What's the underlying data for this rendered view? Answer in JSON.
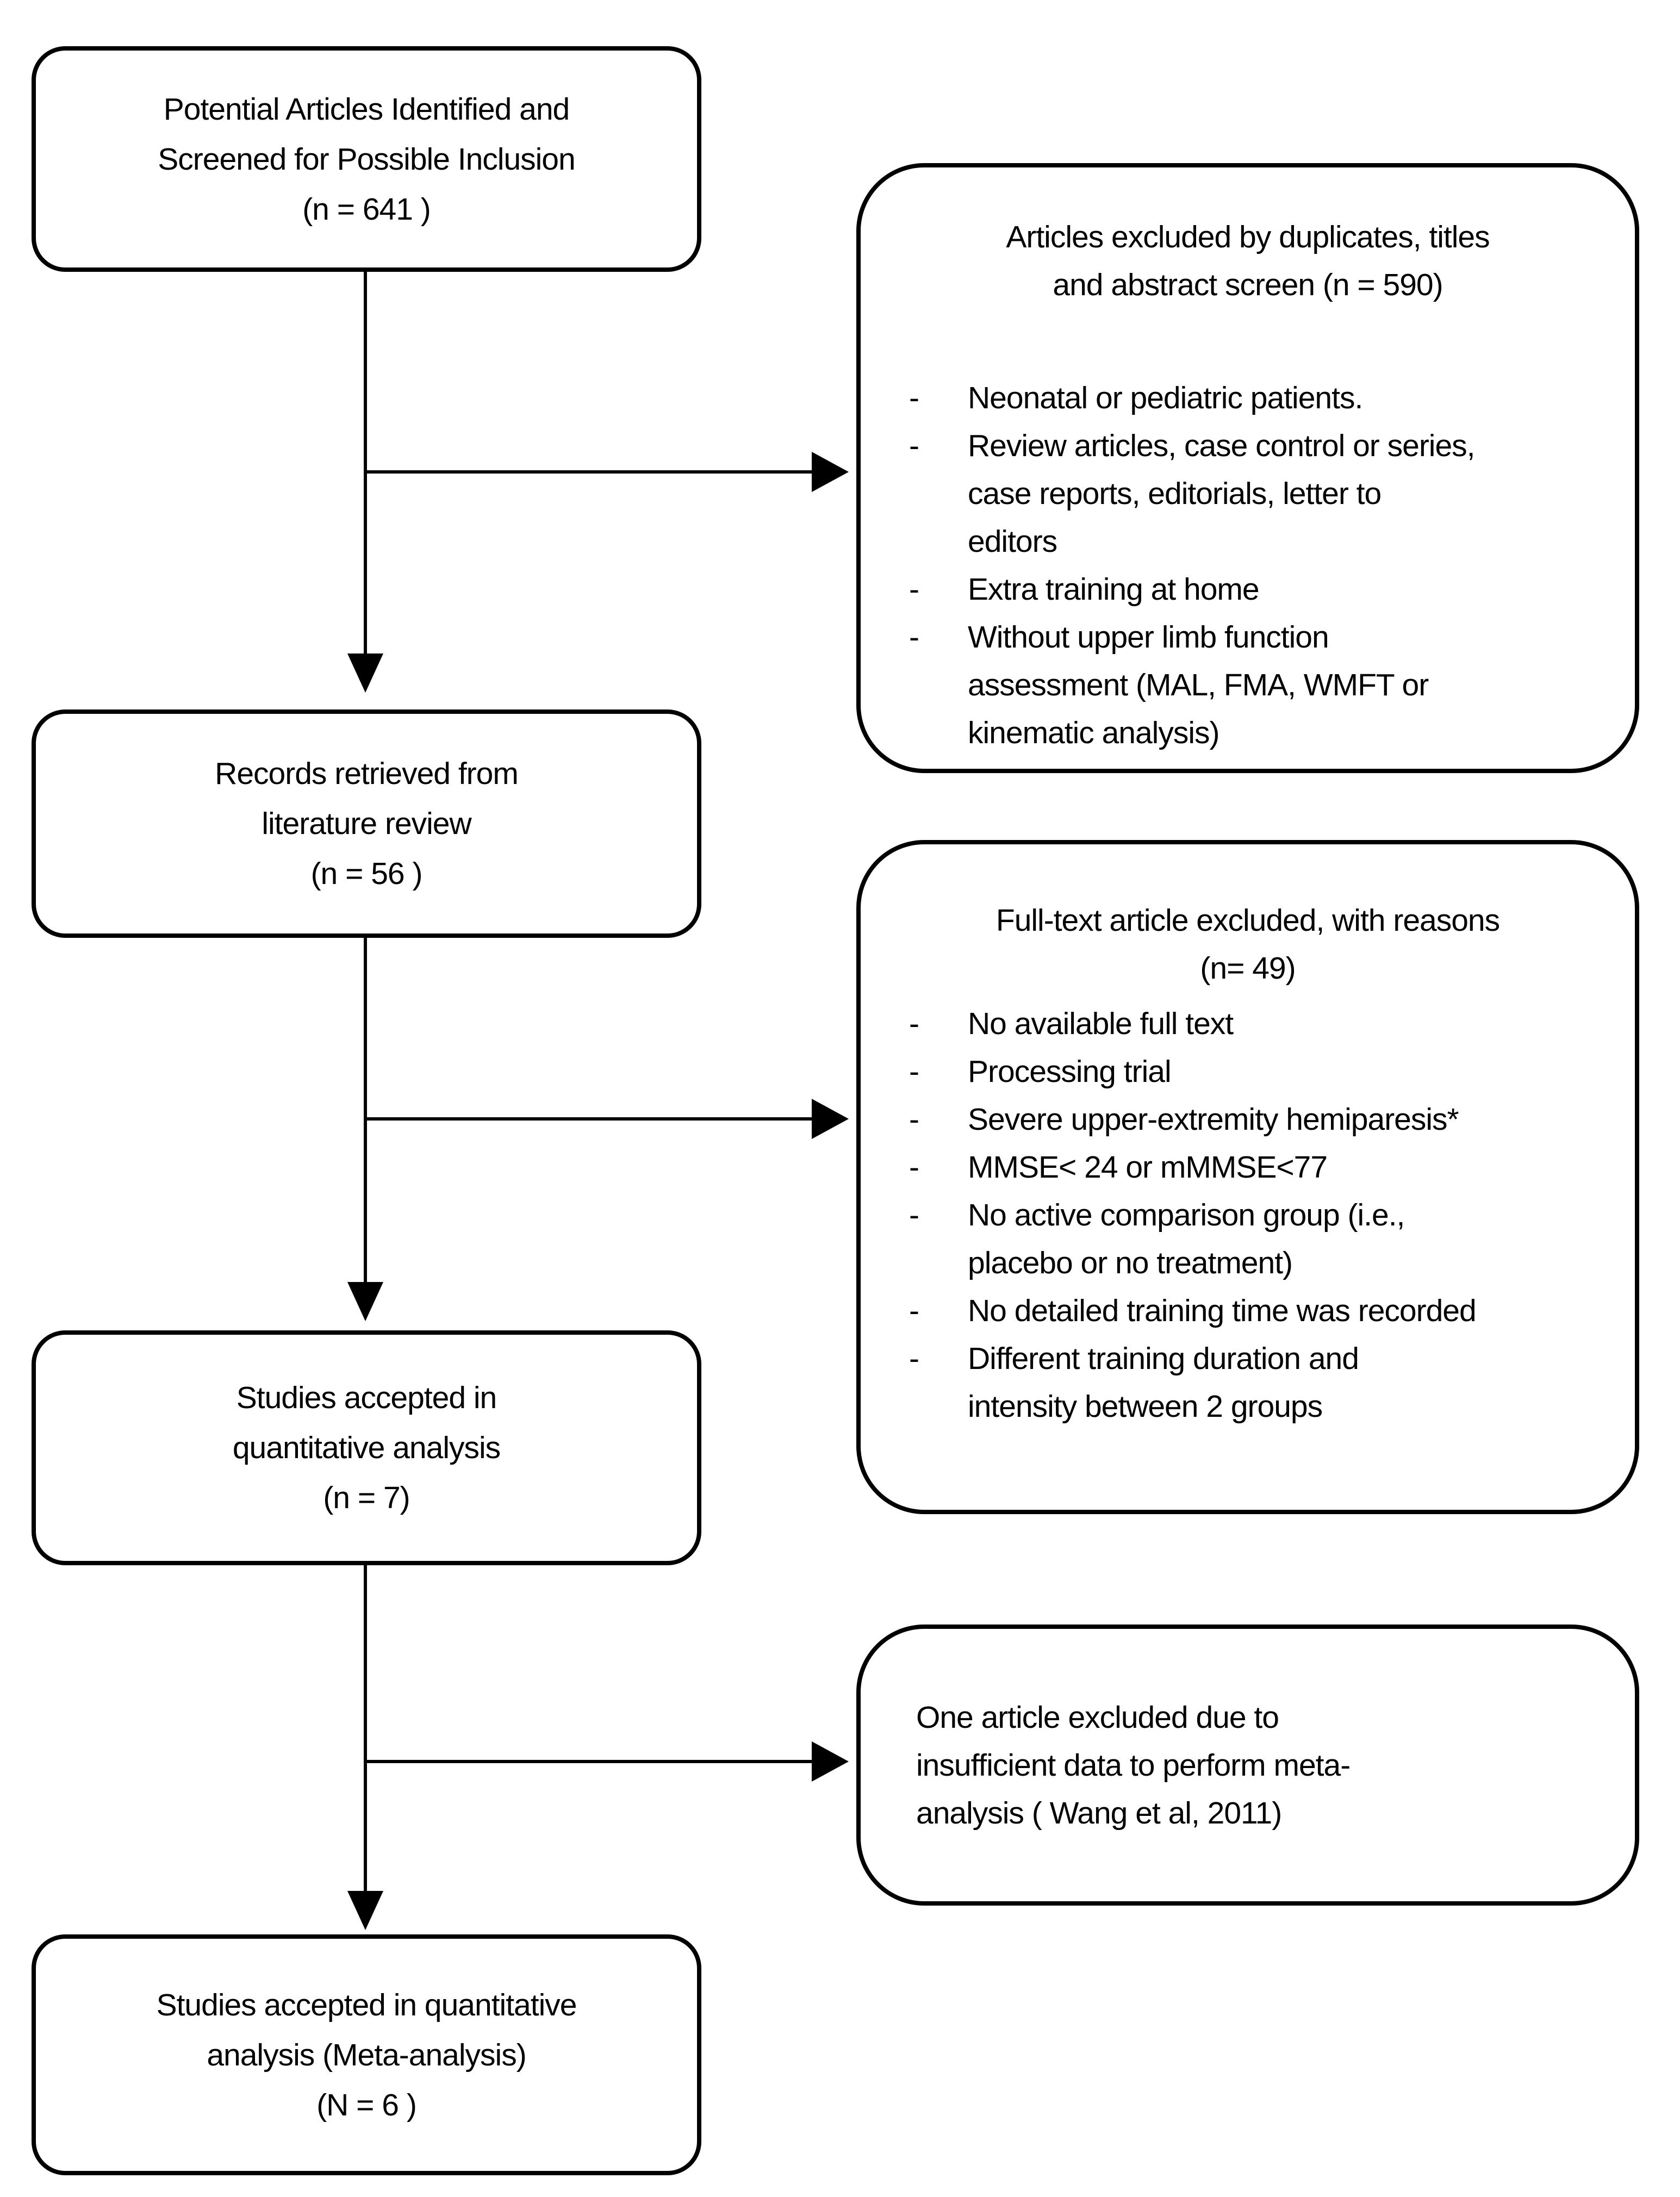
{
  "flow": {
    "bullet_marker": "-",
    "left_boxes": [
      {
        "text": "Potential Articles Identified and\nScreened for Possible Inclusion\n(n = 641 )"
      },
      {
        "text": "Records retrieved from\nliterature review\n(n = 56 )"
      },
      {
        "text": "Studies accepted in\nquantitative analysis\n(n = 7)"
      },
      {
        "text": "Studies accepted in quantitative\nanalysis (Meta-analysis)\n(N = 6 )"
      }
    ],
    "right_boxes": [
      {
        "title": "Articles excluded by duplicates, titles\nand abstract screen (n = 590)",
        "bullets": [
          "Neonatal or pediatric patients.",
          "Review articles, case control or series,\ncase reports, editorials, letter to\neditors",
          "Extra training at home",
          "Without upper limb function\nassessment (MAL, FMA, WMFT or\nkinematic analysis)"
        ]
      },
      {
        "title": "Full-text article excluded, with reasons\n(n= 49)",
        "bullets": [
          "No available full text",
          "Processing trial",
          "Severe upper-extremity hemiparesis*",
          "MMSE< 24 or mMMSE<77",
          "No active comparison group (i.e.,\nplacebo or no treatment)",
          "No detailed training time was recorded",
          "Different training duration and\nintensity between 2 groups"
        ]
      },
      {
        "body": "One article excluded due to\ninsufficient data to perform meta-\nanalysis ( Wang et al, 2011)"
      }
    ]
  }
}
